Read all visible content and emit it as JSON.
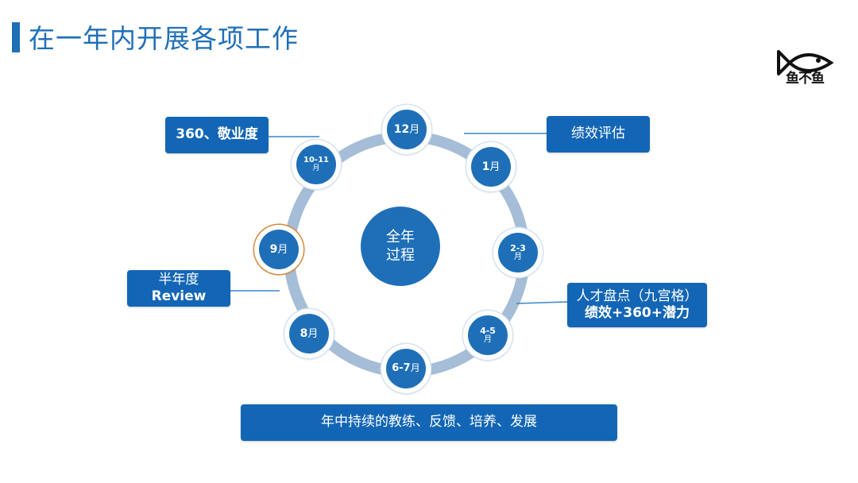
{
  "title": "在一年内开展各项工作",
  "logo": {
    "text": "鱼不鱼",
    "icon": "fish-icon"
  },
  "center": {
    "line1": "全年",
    "line2": "过程"
  },
  "colors": {
    "primary": "#1f6fb8",
    "box": "#1366b5",
    "ring": "#a5bdd6",
    "highlight_border": "#d9893c"
  },
  "nodes": [
    {
      "main": "12",
      "unit": "月"
    },
    {
      "main": "1",
      "unit": "月"
    },
    {
      "main": "2-3",
      "unit": "月"
    },
    {
      "main": "4-5",
      "unit": "月"
    },
    {
      "main": "6-7",
      "unit": "月"
    },
    {
      "main": "8",
      "unit": "月"
    },
    {
      "main": "9",
      "unit": "月"
    },
    {
      "main": "10-11",
      "unit": "月"
    }
  ],
  "callouts": {
    "engagement": "360、敬业度",
    "performance": "绩效评估",
    "half_year_line1": "半年度",
    "half_year_line2": "Review",
    "talent_line1": "人才盘点（九宫格）",
    "talent_line2": "绩效+360+潜力",
    "bottom": "年中持续的教练、反馈、培养、发展"
  }
}
